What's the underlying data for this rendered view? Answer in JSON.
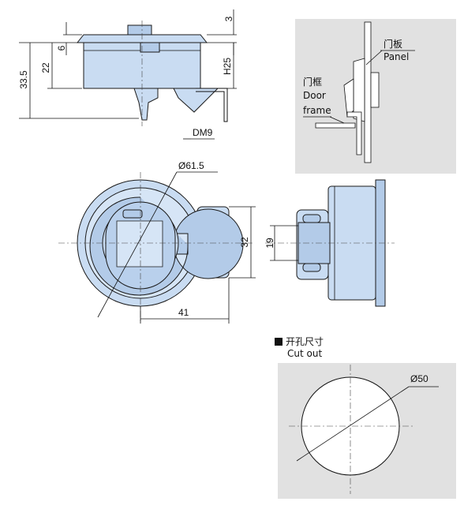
{
  "dimensions": {
    "top_3": "3",
    "top_6": "6",
    "top_22": "22",
    "top_33_5": "33.5",
    "top_h25": "H25",
    "dm9": "DM9",
    "diameter_61_5": "Ø61.5",
    "width_41": "41",
    "height_32": "32",
    "side_19": "19",
    "cutout_50": "Ø50"
  },
  "labels": {
    "panel_cn": "门板",
    "panel_en": "Panel",
    "door_cn": "门框",
    "door_en": "Door",
    "frame_en": "frame",
    "cutout_cn": "开孔尺寸",
    "cutout_en": "Cut out"
  },
  "colors": {
    "part_fill": "#c9dcf2",
    "panel_gray": "#e1e1e1"
  }
}
